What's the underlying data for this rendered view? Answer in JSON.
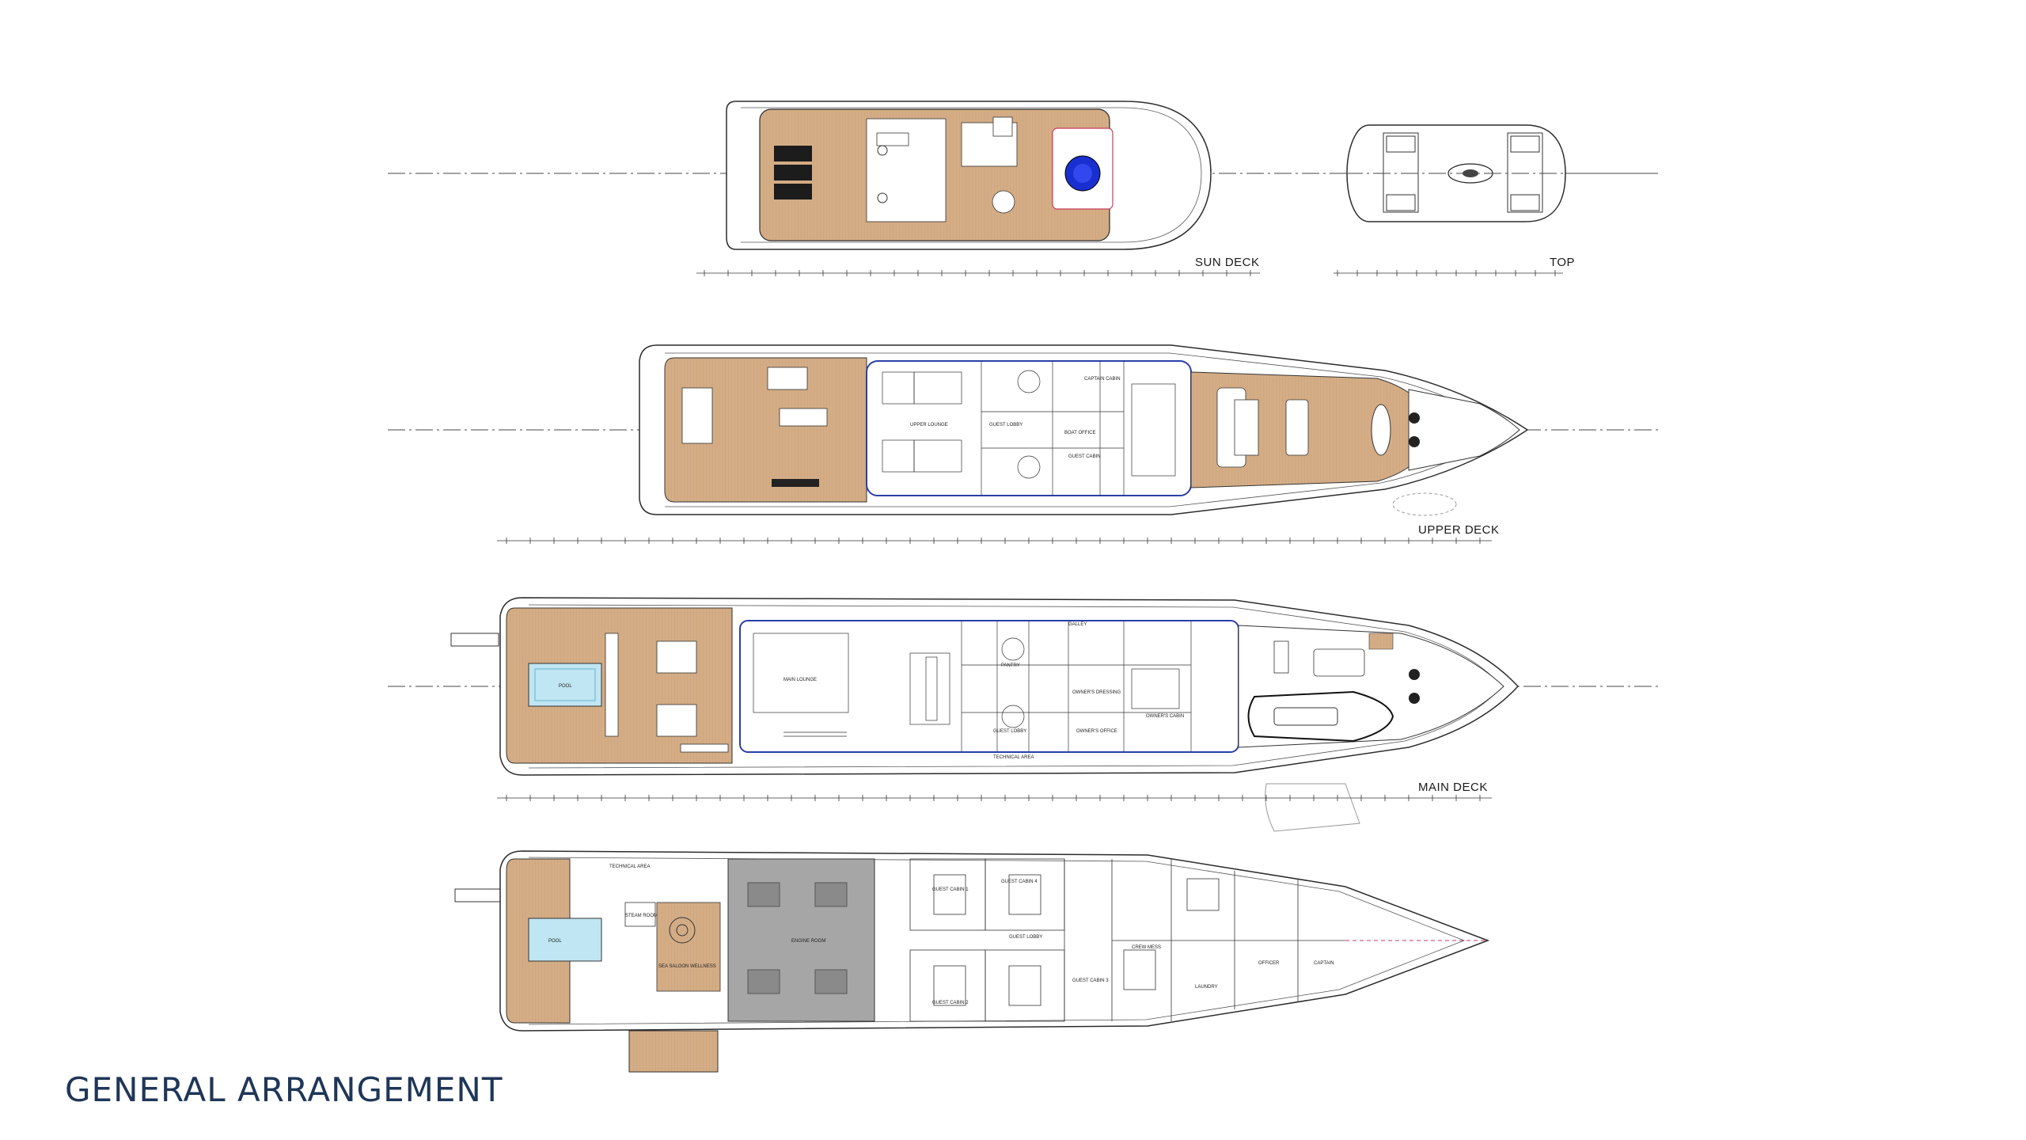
{
  "page": {
    "title": "GENERAL ARRANGEMENT"
  },
  "decks": {
    "sun": {
      "label": "SUN DECK"
    },
    "top": {
      "label": "TOP"
    },
    "upper": {
      "label": "UPPER DECK",
      "rooms": [
        "UPPER LOUNGE",
        "CAPTAIN CABIN",
        "BOAT OFFICE",
        "GUEST LOBBY",
        "GUEST CABIN"
      ]
    },
    "main": {
      "label": "MAIN DECK",
      "rooms": [
        "POOL",
        "MAIN LOUNGE",
        "PANTRY",
        "OWNER'S DRESSING",
        "OWNER'S CABIN",
        "OWNER'S OFFICE",
        "GALLEY",
        "GUEST LOBBY",
        "TECHNICAL AREA"
      ]
    },
    "lower": {
      "rooms": [
        "POOL",
        "STEAM ROOM",
        "SEA SALOON WELLNESS",
        "ENGINE ROOM",
        "GUEST CABIN 1",
        "GUEST CABIN 2",
        "GUEST CABIN 3",
        "GUEST CABIN 4",
        "GUEST LOBBY",
        "CREW MESS",
        "LAUNDRY",
        "OFFICER",
        "CAPTAIN",
        "TECHNICAL AREA"
      ]
    }
  },
  "colors": {
    "teak": "#d4ad86",
    "teak_dark": "#b98c63",
    "pool": "#bfe6f2",
    "jacuzzi": "#1a2fd0",
    "engine": "#a6a6a6",
    "outline": "#2b2b2b",
    "interior_line": "#2a3fa8",
    "title": "#1f3658"
  }
}
